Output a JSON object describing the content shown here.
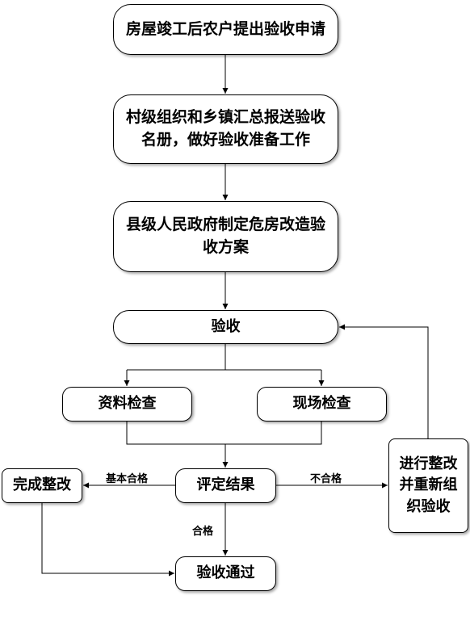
{
  "flowchart": {
    "nodes": {
      "submit": "房屋竣工后农户提出验收申请",
      "compile": "村级组织和乡镇汇总报送验收名册，做好验收准备工作",
      "plan": "县级人民政府制定危房改造验收方案",
      "inspect": "验收",
      "doc_check": "资料检查",
      "site_check": "现场检查",
      "evaluate": "评定结果",
      "rectify": "完成整改",
      "reinspect": "进行整改并重新组织验收",
      "pass": "验收通过"
    },
    "edge_labels": {
      "basic_pass": "基本合格",
      "fail": "不合格",
      "pass": "合格"
    }
  }
}
